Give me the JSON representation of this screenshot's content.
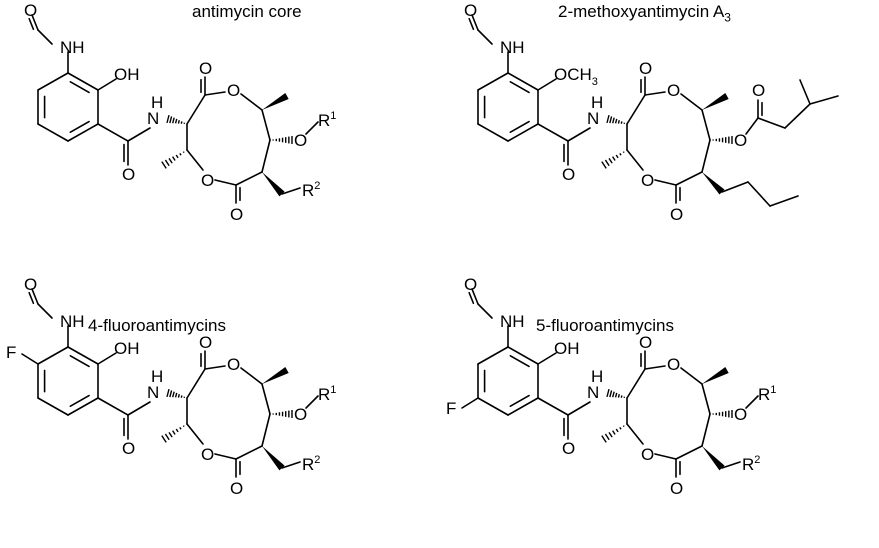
{
  "panels": [
    {
      "title": "antimycin core",
      "ring_sub": "OH",
      "ring_left_sub": "",
      "ring_bottom_sub": "",
      "ester_label": "O",
      "ester_r": "R",
      "ester_r_sup": "1",
      "side_r": "R",
      "side_r_sup": "2",
      "variant": "core"
    },
    {
      "title_main": "2-methoxyantimycin A",
      "title_sub": "3",
      "ring_sub": "OCH",
      "ring_sub_idx": "3",
      "variant": "methoxy"
    },
    {
      "title": "4-fluoroantimycins",
      "ring_sub": "OH",
      "ring_left_sub": "F",
      "ester_label": "O",
      "ester_r": "R",
      "ester_r_sup": "1",
      "side_r": "R",
      "side_r_sup": "2",
      "variant": "f4"
    },
    {
      "title": "5-fluoroantimycins",
      "ring_sub": "OH",
      "ring_bottom_sub": "F",
      "ester_label": "O",
      "ester_r": "R",
      "ester_r_sup": "1",
      "side_r": "R",
      "side_r_sup": "2",
      "variant": "f5"
    }
  ],
  "atoms": {
    "formyl_o": "O",
    "nh": "NH",
    "amide_nh": "N",
    "amide_h": "H",
    "amide_o": "O",
    "ring_o_top": "O",
    "ring_o_left": "O",
    "carbonyl_top": "O",
    "carbonyl_bottom": "O",
    "ester_o": "O"
  }
}
